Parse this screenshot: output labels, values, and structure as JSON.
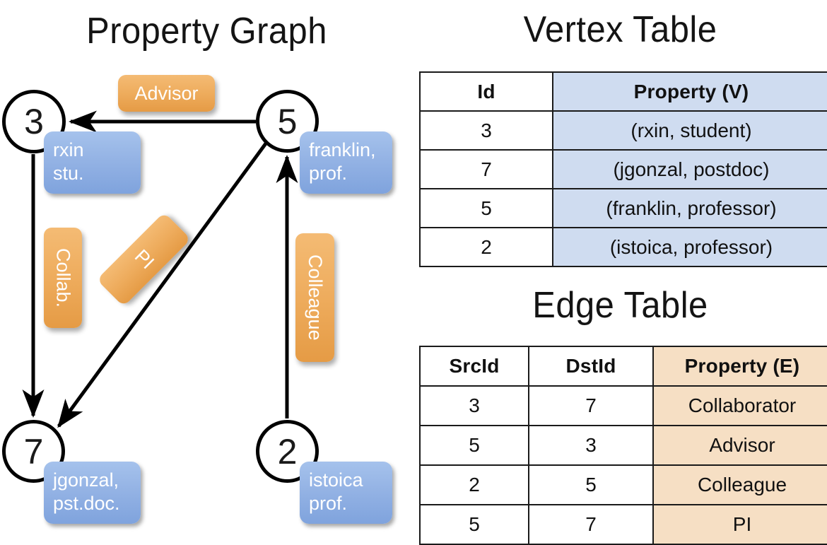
{
  "graph": {
    "title": "Property Graph",
    "nodes": [
      {
        "id": "3",
        "property_label": "rxin\nstu."
      },
      {
        "id": "5",
        "property_label": "franklin,\nprof."
      },
      {
        "id": "7",
        "property_label": "jgonzal,\npst.doc."
      },
      {
        "id": "2",
        "property_label": "istoica\nprof."
      }
    ],
    "edge_labels": [
      {
        "name": "advisor",
        "label": "Advisor",
        "orientation": "horizontal"
      },
      {
        "name": "collab",
        "label": "Collab.",
        "orientation": "vertical"
      },
      {
        "name": "pi",
        "label": "PI",
        "orientation": "diagonal"
      },
      {
        "name": "colleague",
        "label": "Colleague",
        "orientation": "vertical"
      }
    ]
  },
  "vertex_table": {
    "title": "Vertex Table",
    "columns": [
      "Id",
      "Property (V)"
    ],
    "rows": [
      [
        "3",
        "(rxin, student)"
      ],
      [
        "7",
        "(jgonzal, postdoc)"
      ],
      [
        "5",
        "(franklin, professor)"
      ],
      [
        "2",
        "(istoica, professor)"
      ]
    ]
  },
  "edge_table": {
    "title": "Edge Table",
    "columns": [
      "SrcId",
      "DstId",
      "Property (E)"
    ],
    "rows": [
      [
        "3",
        "7",
        "Collaborator"
      ],
      [
        "5",
        "3",
        "Advisor"
      ],
      [
        "2",
        "5",
        "Colleague"
      ],
      [
        "5",
        "7",
        "PI"
      ]
    ]
  },
  "colors": {
    "vertex_box": "#93b2e4",
    "edge_box": "#eeac5d",
    "vertex_table_highlight": "#cfdcf0",
    "edge_table_highlight": "#f6dfc4",
    "stroke": "#000000",
    "background": "#ffffff"
  },
  "chart_data": {
    "type": "diagram",
    "title": "Property Graph",
    "vertices": [
      {
        "id": 3,
        "name": "rxin",
        "role": "student"
      },
      {
        "id": 7,
        "name": "jgonzal",
        "role": "postdoc"
      },
      {
        "id": 5,
        "name": "franklin",
        "role": "professor"
      },
      {
        "id": 2,
        "name": "istoica",
        "role": "professor"
      }
    ],
    "edges": [
      {
        "src": 3,
        "dst": 7,
        "property": "Collaborator"
      },
      {
        "src": 5,
        "dst": 3,
        "property": "Advisor"
      },
      {
        "src": 2,
        "dst": 5,
        "property": "Colleague"
      },
      {
        "src": 5,
        "dst": 7,
        "property": "PI"
      }
    ]
  }
}
